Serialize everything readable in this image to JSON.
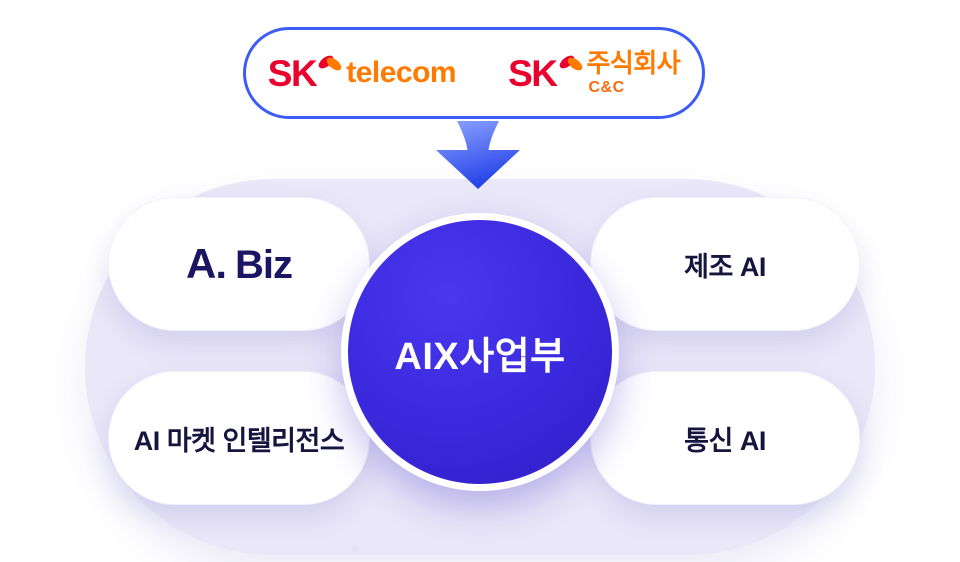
{
  "header_box": {
    "sk_telecom": {
      "prefix": "SK",
      "name": "telecom"
    },
    "sk_cnc": {
      "prefix": "SK",
      "name": "주식회사",
      "sub": "C&C"
    }
  },
  "hub": {
    "label": "AIX사업부"
  },
  "nodes": {
    "abiz": {
      "mark": "A.",
      "label": "Biz"
    },
    "manufacturing_ai": {
      "label": "제조 AI"
    },
    "market_intelligence": {
      "label": "AI 마켓 인텔리전스"
    },
    "telecom_ai": {
      "label": "통신 AI"
    }
  },
  "colors": {
    "box_border_blue": "#3D5CF5",
    "arrow_blue_light": "#8FA5FF",
    "arrow_blue_dark": "#2443E8",
    "hub_blue": "#3A28DC",
    "container_lavender": "#EAE7F8",
    "sk_red": "#EA002C",
    "sk_orange": "#FF7A00",
    "navy_text": "#15153E"
  }
}
